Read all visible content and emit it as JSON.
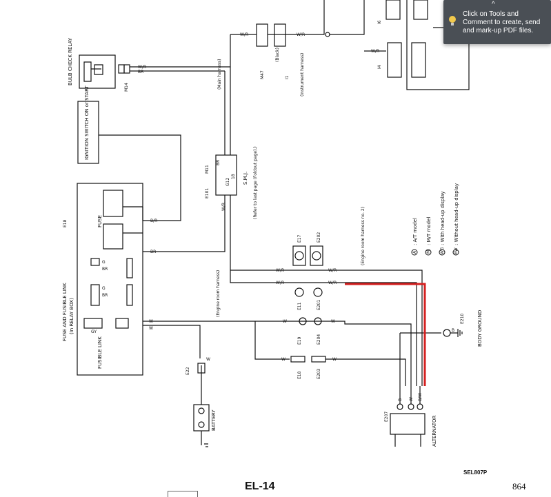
{
  "diagram": {
    "page_label": "EL-14",
    "page_number": "864",
    "figure_code": "SEL807P",
    "components": {
      "bulb_check_relay": "BULB CHECK RELAY",
      "ignition_switch": "IGNITION SWITCH ON or START",
      "fuse_box_title": "FUSE AND FUSIBLE LINK",
      "fuse_box_subtitle": "(In RELAY BOX)",
      "fuse": "FUSE",
      "fusible_link": "FUSIBLE LINK",
      "battery": "BATTERY",
      "alternator": "ALTERNATOR",
      "body_ground": "BODY GROUND",
      "smj_title": "S.M.J.",
      "smj_note": "(Refer to last page (Foldout page).)",
      "main_harness": "(Main harness)",
      "black": "(Black)",
      "instrument_harness": "(Instrument harness)",
      "engine_room_harness": "(Engine room harness)",
      "engine_room_harness_2": "(Engine room harness no. 2)"
    },
    "connectors": [
      "M14",
      "M11",
      "E101",
      "E18",
      "E22",
      "M47",
      "I1",
      "I6",
      "I4",
      "E17",
      "E202",
      "E11",
      "E201",
      "E19",
      "E204",
      "E18",
      "E203",
      "E210",
      "E207"
    ],
    "wires": [
      "W/R",
      "BR",
      "B/R",
      "W",
      "GY",
      "B",
      "G",
      "B/W"
    ],
    "connector_misc": {
      "smj_pin_a": "G12",
      "smj_pin_b": "18"
    },
    "legend": [
      {
        "symbol": "A",
        "text": ": A/T model"
      },
      {
        "symbol": "M",
        "text": ": M/T model"
      },
      {
        "symbol": "WG",
        "text": ": With head-up display"
      },
      {
        "symbol": "EW",
        "text": ": Without head-up display"
      }
    ],
    "highlight_color": "#d42020"
  },
  "tooltip": {
    "arrow": "^",
    "text": "Click on Tools and Comment to create, send and mark-up PDF files.",
    "icon": "lightbulb-icon"
  }
}
